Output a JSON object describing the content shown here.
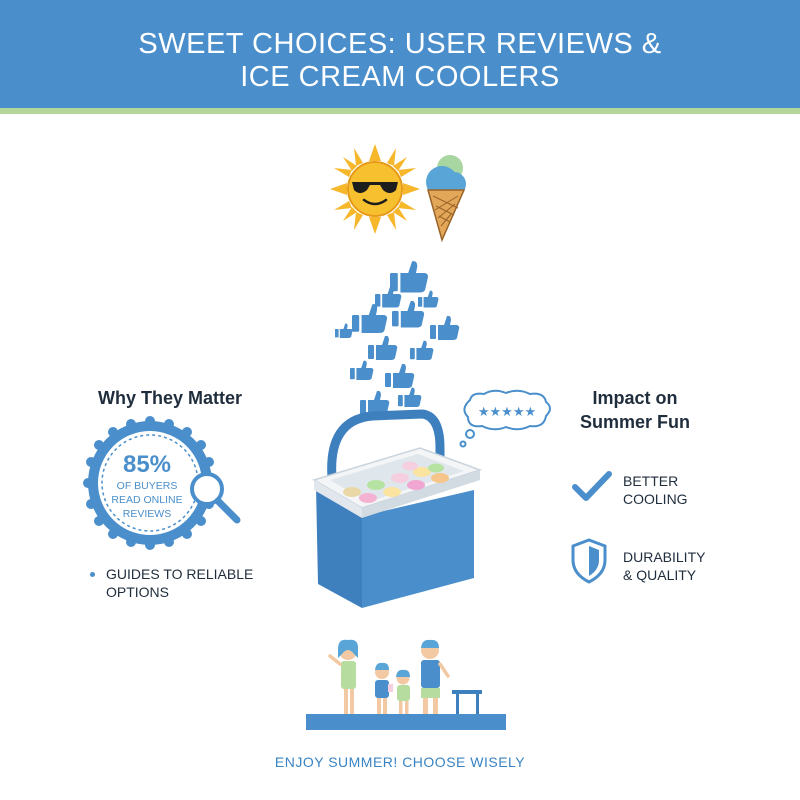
{
  "header": {
    "title_line1": "SWEET CHOICES: USER REVIEWS &",
    "title_line2": "ICE CREAM COOLERS"
  },
  "left_panel": {
    "heading": "Why They Matter",
    "badge": {
      "percent": "85%",
      "line1": "OF BUYERS",
      "line2": "READ ONLINE",
      "line3": "REVIEWS"
    },
    "bullet": {
      "line1": "GUIDES TO RELIABLE",
      "line2": "OPTIONS"
    }
  },
  "right_panel": {
    "heading_line1": "Impact on",
    "heading_line2": "Summer Fun",
    "features": [
      {
        "icon": "checkmark-icon",
        "line1": "BETTER",
        "line2": "COOLING"
      },
      {
        "icon": "shield-icon",
        "line1": "DURABILITY",
        "line2": "& QUALITY"
      }
    ]
  },
  "speech_bubble": {
    "stars": "★★★★★"
  },
  "footer": {
    "text": "ENJOY SUMMER! CHOOSE WISELY"
  },
  "colors": {
    "header_blue": "#4a8fcb",
    "header_stripe": "#b5d69b",
    "accent_blue": "#4a8fcb",
    "cooler_blue": "#4a8fcb",
    "cooler_lid": "#ffffff",
    "sun_yellow": "#f6b72b"
  },
  "icons": [
    "sun-icon",
    "ice-cream-cone-icon",
    "thumbs-up-icon",
    "cooler-illustration",
    "magnifier-icon",
    "checkmark-icon",
    "shield-icon",
    "family-illustration",
    "speech-bubble-icon"
  ]
}
